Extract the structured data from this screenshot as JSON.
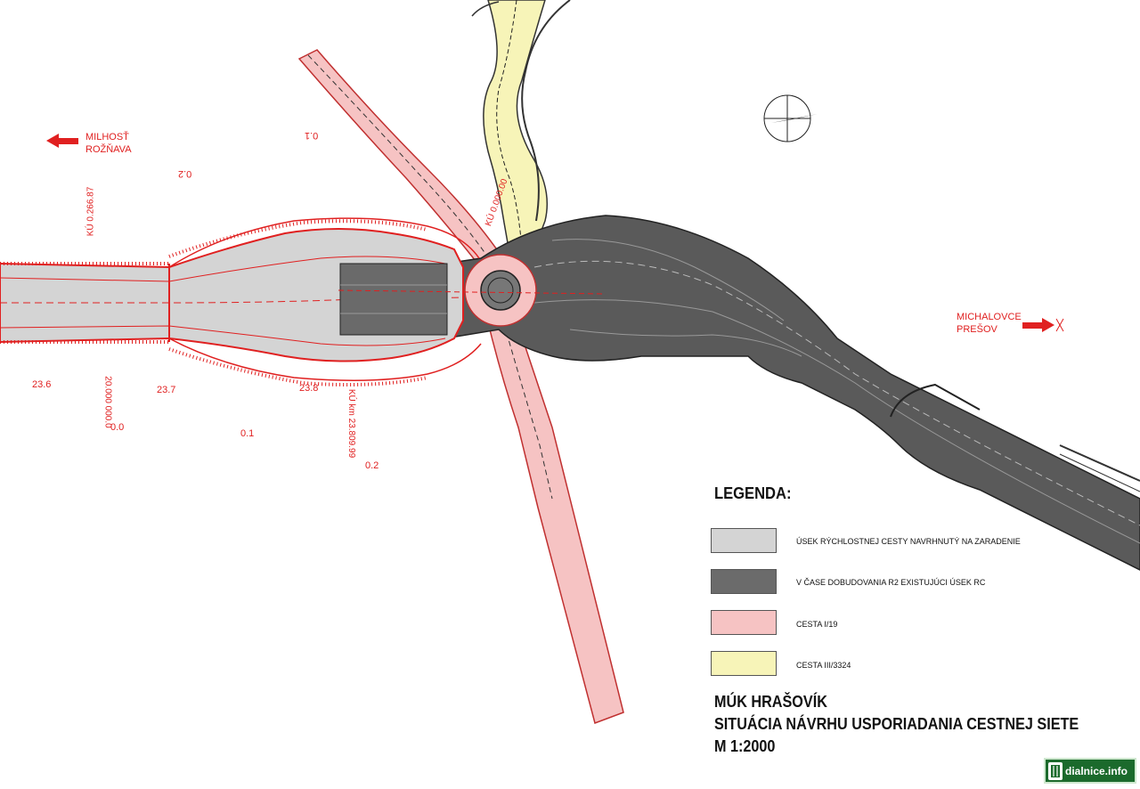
{
  "directions": {
    "west_line1": "MILHOSŤ",
    "west_line2": "ROŽŇAVA",
    "east_line1": "MICHALOVCE",
    "east_line2": "PREŠOV"
  },
  "annotations": {
    "n1": "0.1",
    "n2": "0.2",
    "n3": "23.6",
    "n4": "23.7",
    "n5": "23.8",
    "n6": "0.0",
    "n7": "0.1",
    "n8": "0.2",
    "ch1": "KÚ 0.266.87",
    "ch2": "20.000 000.0",
    "ch3": "KÚ km 23.809.99",
    "ch4": "KÚ 0.000.00"
  },
  "legend": {
    "title": "LEGENDA:",
    "items": [
      {
        "label": "ÚSEK RÝCHLOSTNEJ CESTY NAVRHNUTÝ NA ZARADENIE",
        "color": "#d4d4d4"
      },
      {
        "label": "V ČASE DOBUDOVANIA R2 EXISTUJÚCI ÚSEK RC",
        "color": "#6b6b6b"
      },
      {
        "label": "CESTA I/19",
        "color": "#f6c3c3"
      },
      {
        "label": "CESTA III/3324",
        "color": "#f7f4b8"
      }
    ]
  },
  "title": {
    "line1": "MÚK HRAŠOVÍK",
    "line2": "SITUÁCIA NÁVRHU USPORIADANIA CESTNEJ SIETE",
    "line3": "M 1:2000"
  },
  "badge": {
    "text": "dialnice.info",
    "icon": "highway-icon"
  },
  "colors": {
    "gray_proposed": "#d4d4d4",
    "gray_existing": "#5a5a5a",
    "pink_i19": "#f6c3c3",
    "yellow_iii": "#f7f4b8",
    "red": "#e02020"
  }
}
